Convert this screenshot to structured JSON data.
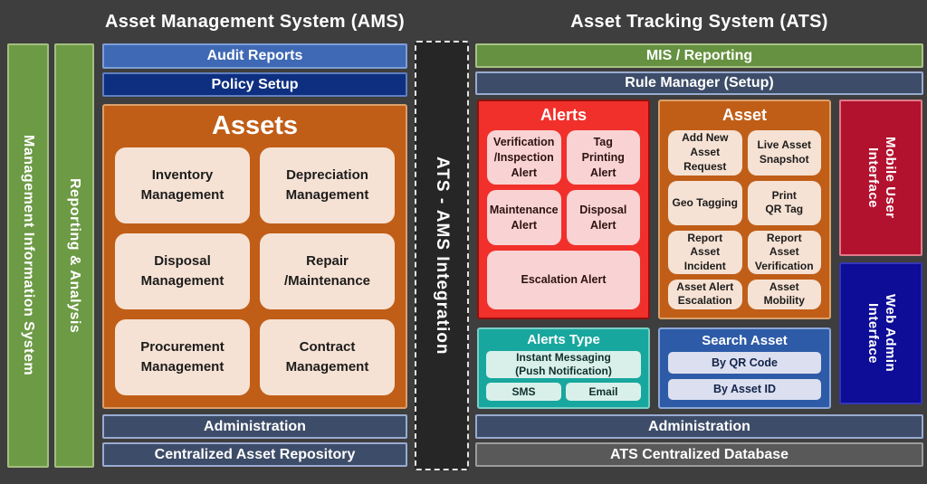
{
  "titles": {
    "ams": "Asset Management System (AMS)",
    "ats": "Asset Tracking System (ATS)"
  },
  "left_bars": {
    "management_information_system": "Management Information System",
    "reporting_analysis": "Reporting & Analysis"
  },
  "ams": {
    "audit_reports": "Audit Reports",
    "policy_setup": "Policy Setup",
    "assets": {
      "title": "Assets",
      "items": [
        "Inventory\nManagement",
        "Depreciation\nManagement",
        "Disposal\nManagement",
        "Repair\n/Maintenance",
        "Procurement\nManagement",
        "Contract\nManagement"
      ]
    },
    "administration": "Administration",
    "repository": "Centralized Asset Repository"
  },
  "integration": {
    "label": "ATS - AMS Integration"
  },
  "ats": {
    "mis_reporting": "MIS / Reporting",
    "rule_manager": "Rule Manager (Setup)",
    "alerts": {
      "title": "Alerts",
      "items": [
        "Verification\n/Inspection\nAlert",
        "Tag\nPrinting\nAlert",
        "Maintenance\nAlert",
        "Disposal\nAlert"
      ],
      "wide_item": "Escalation Alert"
    },
    "asset": {
      "title": "Asset",
      "items": [
        "Add New\nAsset\nRequest",
        "Live Asset\nSnapshot",
        "Geo Tagging",
        "Print\nQR Tag",
        "Report\nAsset\nIncident",
        "Report\nAsset\nVerification",
        "Asset Alert\nEscalation",
        "Asset\nMobility"
      ]
    },
    "alerts_type": {
      "title": "Alerts Type",
      "wide_item": "Instant Messaging\n(Push Notification)",
      "items": [
        "SMS",
        "Email"
      ]
    },
    "search_asset": {
      "title": "Search Asset",
      "items": [
        "By QR Code",
        "By Asset ID"
      ]
    },
    "administration": "Administration",
    "database": "ATS Centralized Database",
    "mobile_interface": "Mobile User\nInterface",
    "web_interface": "Web Admin\nInterface"
  },
  "colors": {
    "background": "#3e3e3e",
    "green_bar": "#6d9a45",
    "audit_blue": "#3f69b4",
    "policy_navy": "#0e2f80",
    "slate_row": "#3d4c68",
    "assets_orange": "#c05e18",
    "alerts_red": "#f1302b",
    "teal": "#18a79e",
    "search_blue": "#2e5ba7",
    "mis_green": "#659140",
    "database_gray": "#595959",
    "mobile_crimson": "#b3122f",
    "web_navy": "#0d0d97",
    "cream_cell": "#f6e2d4",
    "pink_cell": "#f9d3d3",
    "mint_cell": "#d9f0ea",
    "lavender_cell": "#dbdfef"
  }
}
